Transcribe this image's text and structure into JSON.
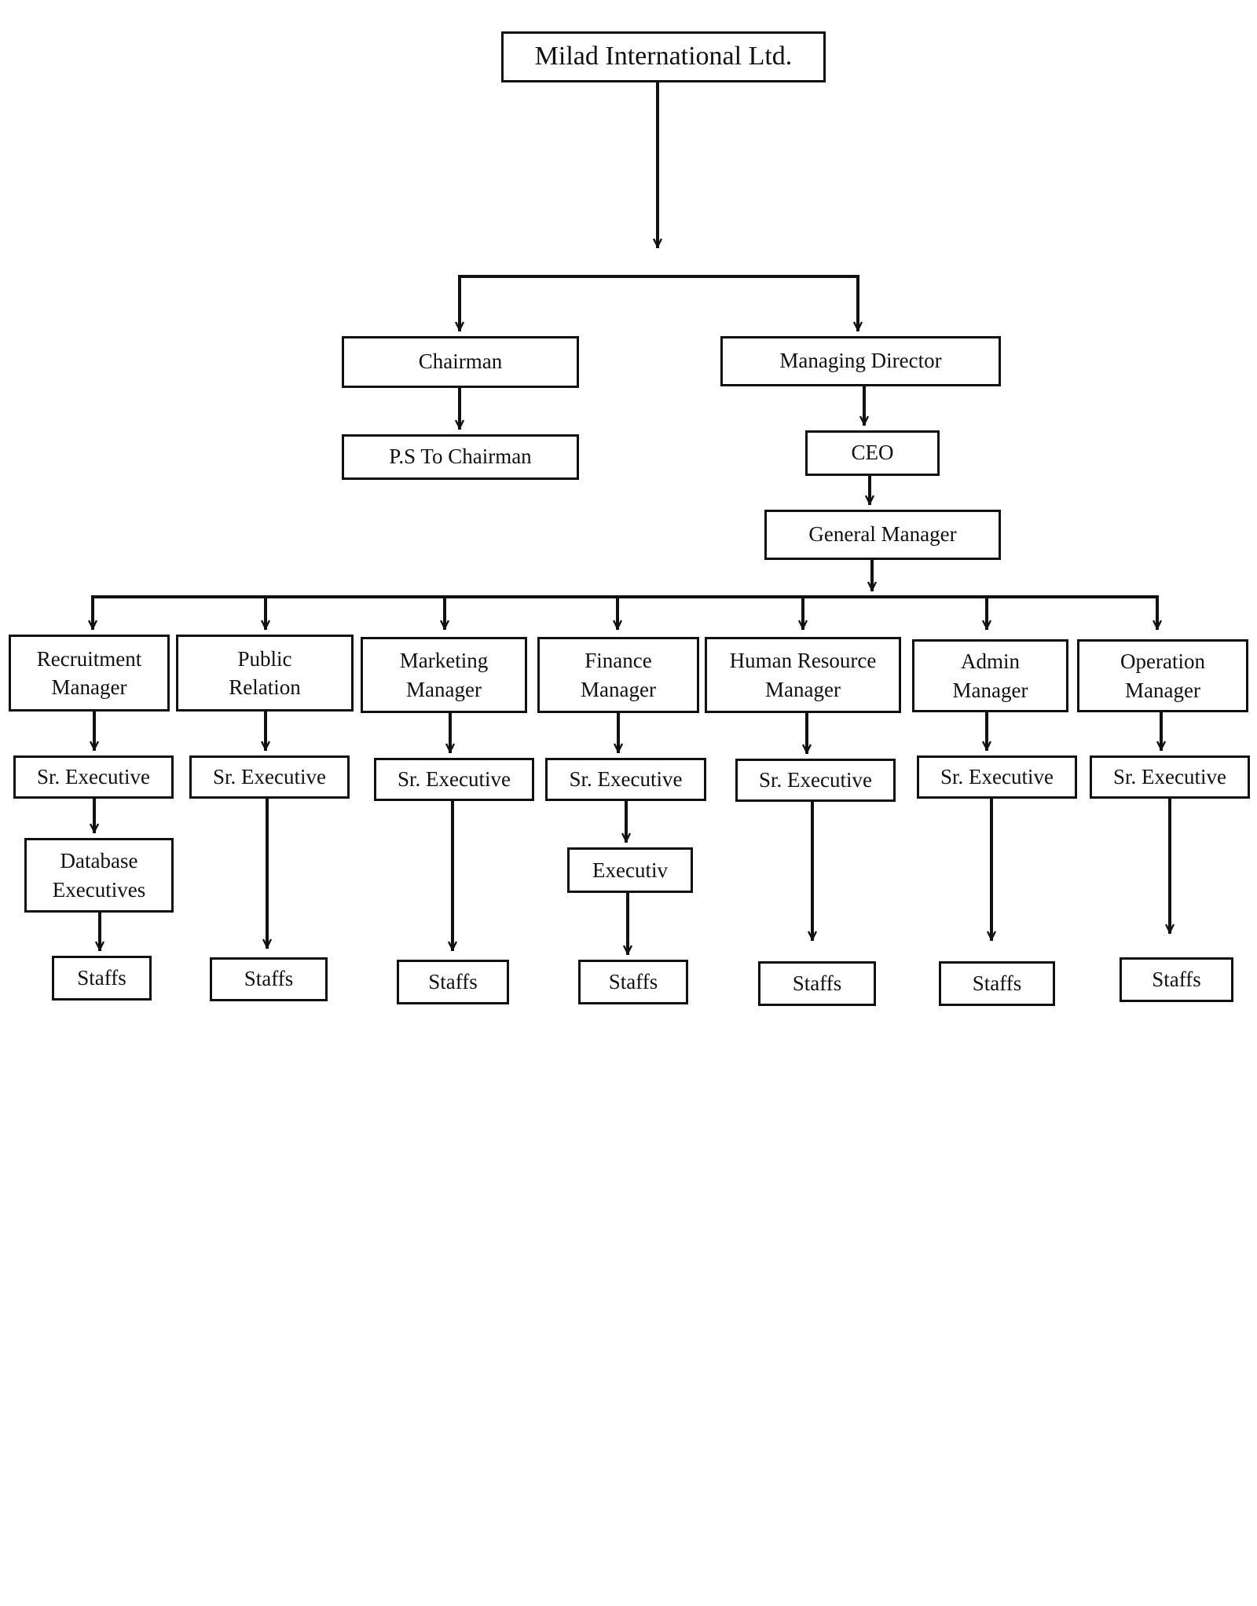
{
  "colors": {
    "line": "#111111",
    "box_border": "#111111",
    "background": "#ffffff",
    "text": "#111111"
  },
  "org": {
    "root": {
      "label": "Milad International Ltd."
    },
    "chairman": {
      "label": "Chairman",
      "ps": "P.S To Chairman"
    },
    "managing_director": {
      "label": "Managing Director",
      "ceo": "CEO",
      "general_manager": "General Manager"
    },
    "departments": [
      {
        "manager": "Recruitment\nManager",
        "sr_executive": "Sr. Executive",
        "sub_role": "Database\nExecutives",
        "staff": "Staffs"
      },
      {
        "manager": "Public\nRelation",
        "sr_executive": "Sr. Executive",
        "staff": "Staffs"
      },
      {
        "manager": "Marketing\nManager",
        "sr_executive": "Sr. Executive",
        "staff": "Staffs"
      },
      {
        "manager": "Finance\nManager",
        "sr_executive": "Sr. Executive",
        "sub_role": "Executiv",
        "staff": "Staffs"
      },
      {
        "manager": "Human Resource\nManager",
        "sr_executive": "Sr. Executive",
        "staff": "Staffs"
      },
      {
        "manager": "Admin\nManager",
        "sr_executive": "Sr. Executive",
        "staff": "Staffs"
      },
      {
        "manager": "Operation\nManager",
        "sr_executive": "Sr. Executive",
        "staff": "Staffs"
      }
    ]
  }
}
